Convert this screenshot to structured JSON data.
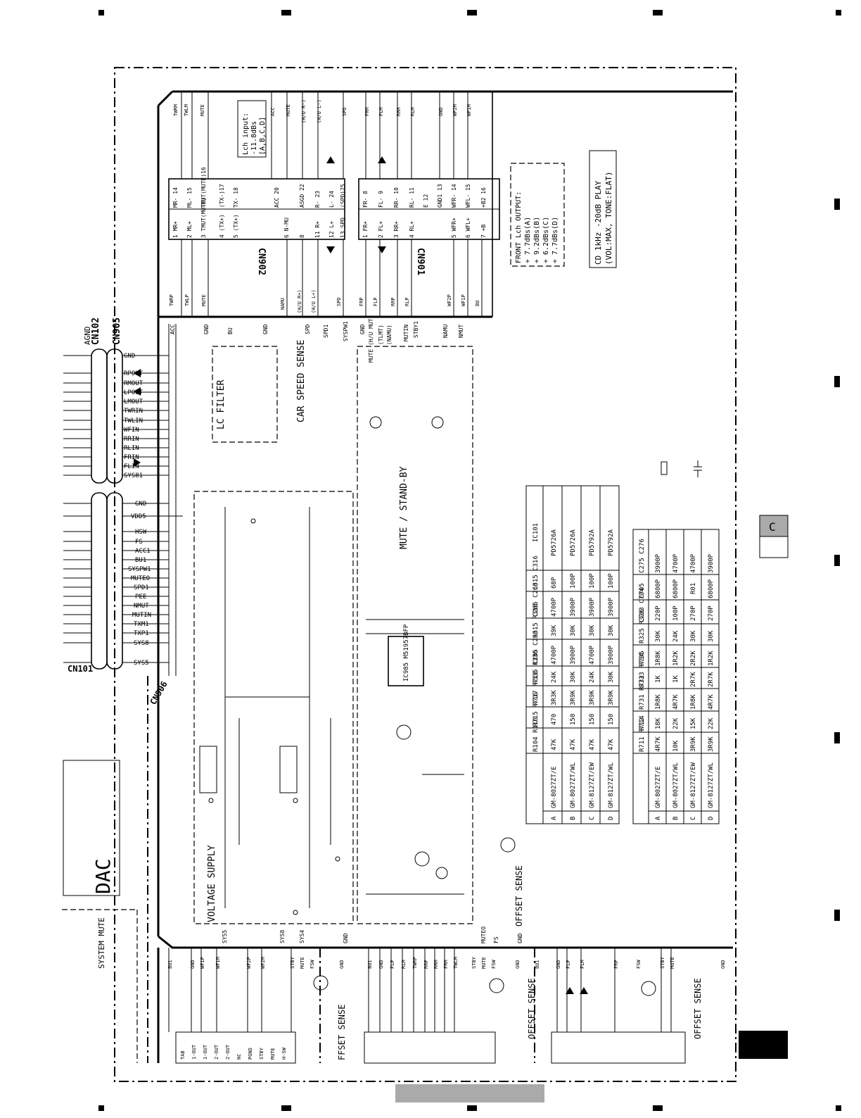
{
  "diagram": {
    "connectors": {
      "cn902": "CN902",
      "cn901": "CN901",
      "cn905": "CN905",
      "cn102": "CN102",
      "cn101": "CN101",
      "cn906": "CN906"
    },
    "blocks": {
      "lc_filter": "LC FILTER",
      "car_speed_sense": "CAR SPEED SENSE",
      "mute_standby": "MUTE / STAND-BY",
      "voltage_supply": "VOLTAGE SUPPLY",
      "offset_sense_main": "OFFSET SENSE",
      "offset_sense_1": "OFFSET SENSE",
      "offset_sense_2": "OFFSET SENSE",
      "offset_sense_3": "FFSET SENSE",
      "system_mute": "SYSTEM MUTE",
      "dac": "DAC",
      "agnd": "AGND"
    },
    "lch_input_box": [
      "Lch input:",
      "-11.8dBs",
      "[A,B,C,D]"
    ],
    "front_output_box": [
      "FRONT Lch OUTPUT:",
      "+ 7.7dBs(A)",
      "+ 9.2dBs(B)",
      "+ 6.2dBs(C)",
      "+ 7.7dBs(D)"
    ],
    "cd_box": [
      "CD 1kHz -20dB PLAY",
      "(VOL:MAX, TONE:FLAT)"
    ],
    "cn902_pins_left": [
      "1 MR+",
      "2 ML+",
      "3 TMUT(MUTE)",
      "4 (TX+)",
      "5 (TX+)",
      "6 N-MU",
      "8",
      "11 R+",
      "12 L+",
      "13 SPD"
    ],
    "cn902_pins_right": [
      "MR- 14",
      "ML- 15",
      "TMUT(MUTE)16",
      "(TX-)17",
      "TX- 18",
      "ACC 20",
      "ASGD 22",
      "R- 23",
      "L- 24",
      "(SPD)25"
    ],
    "cn901_pins_left": [
      "1 FR+",
      "2 FL+",
      "3 RR+",
      "4 RL+",
      "5 WFR+",
      "6 WFL+",
      "7 +B"
    ],
    "cn901_pins_right": [
      "FR- 8",
      "FL- 9",
      "RR- 10",
      "RL- 11",
      "E 12",
      "GND1 13",
      "WFR- 14",
      "WFL- 15",
      "+B2 16"
    ],
    "top_signals": [
      "TWRM",
      "TWLM",
      "MUTE",
      "ACC",
      "MUTE",
      "(H/U R-)",
      "(H/U L-)",
      "SPD",
      "FRM",
      "FLM",
      "RRM",
      "RLM",
      "GND",
      "WF2M",
      "WF1M"
    ],
    "mid_signals": [
      "TWRP",
      "TWLP",
      "MUTE",
      "NAMU",
      "(H/U R+)",
      "(H/U L+)",
      "SPD",
      "FRP",
      "FLP",
      "RRP",
      "RLP",
      "WF2P",
      "WF1P",
      "BU"
    ],
    "cn905_signals": [
      "ACC",
      "GND",
      "BU",
      "GND",
      "SPD",
      "SPD1",
      "SYSPW1",
      "GND",
      "MUTE (H/U MUT)",
      "(TLMT)",
      "(NAMU)",
      "MUTIN",
      "STBY1",
      "NAMU",
      "NMUT"
    ],
    "cn102_left_labels": [
      "GND",
      "RPOUT",
      "RMOUT",
      "LPOUT",
      "LMOUT",
      "TWRIN",
      "TWLIN",
      "WFIN",
      "RRIN",
      "RLIN",
      "FRIN",
      "FLIN",
      "SYS81"
    ],
    "cn101_left_labels": [
      "GND",
      "VDD5",
      "HSW",
      "FS",
      "ACC1",
      "BU1",
      "SYSPW1",
      "MUTEO",
      "SPD1",
      "PEE",
      "NMUT",
      "MUTIN",
      "TXM1",
      "TXP1",
      "SYS8",
      "SYS5"
    ],
    "bottom_left_labels": [
      "BU1",
      "GND",
      "WF1P",
      "WF1M",
      "WF2P",
      "WF2M",
      "STBY",
      "MUTE",
      "FSW",
      "GND",
      "BU1",
      "GND",
      "FLP",
      "RLM",
      "TWRP",
      "RRP",
      "RRM",
      "FRM",
      "TWLM",
      "STBY",
      "MUTE",
      "FSW",
      "GND",
      "BU1",
      "GND",
      "FLP",
      "FLM",
      "FRP",
      "FSW",
      "STBY",
      "MUTE",
      "GND"
    ],
    "bottom_amp_labels": [
      "TAB",
      "1-OUT",
      "1-OUT",
      "2-OUT",
      "2-OUT",
      "NC",
      "PGND",
      "STBY",
      "MUTE",
      "H-SW"
    ],
    "main_ic": "IC985 M51957BFP",
    "rails": [
      "SYS5",
      "SYS8",
      "SYS4",
      "GND",
      "MUTEO",
      "FS",
      "GND"
    ],
    "table1": {
      "header": [
        "",
        "",
        "R104 R110",
        "R715 R716",
        "R717 R718",
        "R335 R336",
        "C285 C286",
        "R315 R316",
        "C265 C266",
        "C315 C316",
        "IC101"
      ],
      "rows": [
        [
          "A",
          "GM-8027ZT/E",
          "47K",
          "470",
          "3R3K",
          "24K",
          "4700P",
          "39K",
          "4700P",
          "68P",
          "PD5726A"
        ],
        [
          "B",
          "GM-8027ZT/WL",
          "47K",
          "150",
          "3R9K",
          "30K",
          "3900P",
          "30K",
          "3900P",
          "100P",
          "PD5726A"
        ],
        [
          "C",
          "GM-8127ZT/EW",
          "47K",
          "150",
          "3R9K",
          "24K",
          "4700P",
          "30K",
          "3900P",
          "100P",
          "PD5792A"
        ],
        [
          "D",
          "GM-8127ZT/WL",
          "47K",
          "150",
          "3R9K",
          "30K",
          "3900P",
          "30K",
          "3900P",
          "100P",
          "PD5792A"
        ]
      ]
    },
    "table2": {
      "header": [
        "",
        "",
        "R711 R712",
        "R714",
        "R731 R732",
        "R733 R734",
        "R735",
        "R325 R326",
        "C703 C704",
        "C705",
        "C275 C276"
      ],
      "rows": [
        [
          "A",
          "GM-8027ZT/E",
          "4R7K",
          "18K",
          "1R8K",
          "1K",
          "1R8K",
          "30K",
          "220P",
          "6800P",
          "3900P"
        ],
        [
          "B",
          "GM-8027ZT/WL",
          "10K",
          "22K",
          "4R7K",
          "1K",
          "1R2K",
          "24K",
          "100P",
          "6800P",
          "4700P"
        ],
        [
          "C",
          "GM-8127ZT/EW",
          "3R9K",
          "15K",
          "1R8K",
          "2R7K",
          "2R2K",
          "30K",
          "270P",
          "R01",
          "4700P"
        ],
        [
          "D",
          "GM-8127ZT/WL",
          "3R9K",
          "22K",
          "4R7K",
          "2R7K",
          "1R2K",
          "30K",
          "270P",
          "6800P",
          "3900P"
        ]
      ]
    },
    "section_letter": "C"
  }
}
